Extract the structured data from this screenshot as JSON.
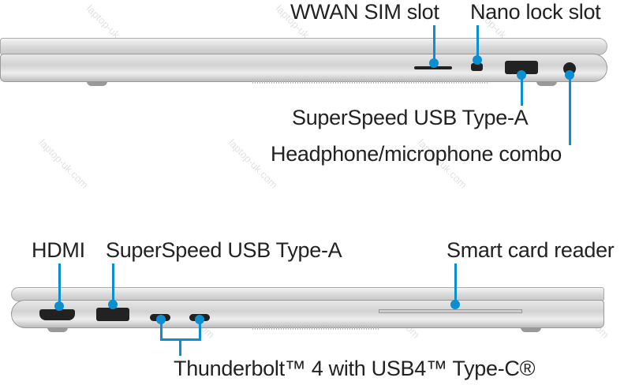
{
  "colors": {
    "accent": "#0b8fd1"
  },
  "watermark": "laptop-uk.com",
  "top_view": {
    "labels": {
      "wwan": "WWAN SIM slot",
      "lock": "Nano lock slot",
      "usb_a": "SuperSpeed USB Type-A",
      "audio": "Headphone/microphone combo"
    }
  },
  "bottom_view": {
    "labels": {
      "hdmi": "HDMI",
      "usb_a": "SuperSpeed USB Type-A",
      "smartcard": "Smart card reader",
      "thunderbolt": "Thunderbolt™ 4 with USB4™ Type-C®"
    }
  }
}
